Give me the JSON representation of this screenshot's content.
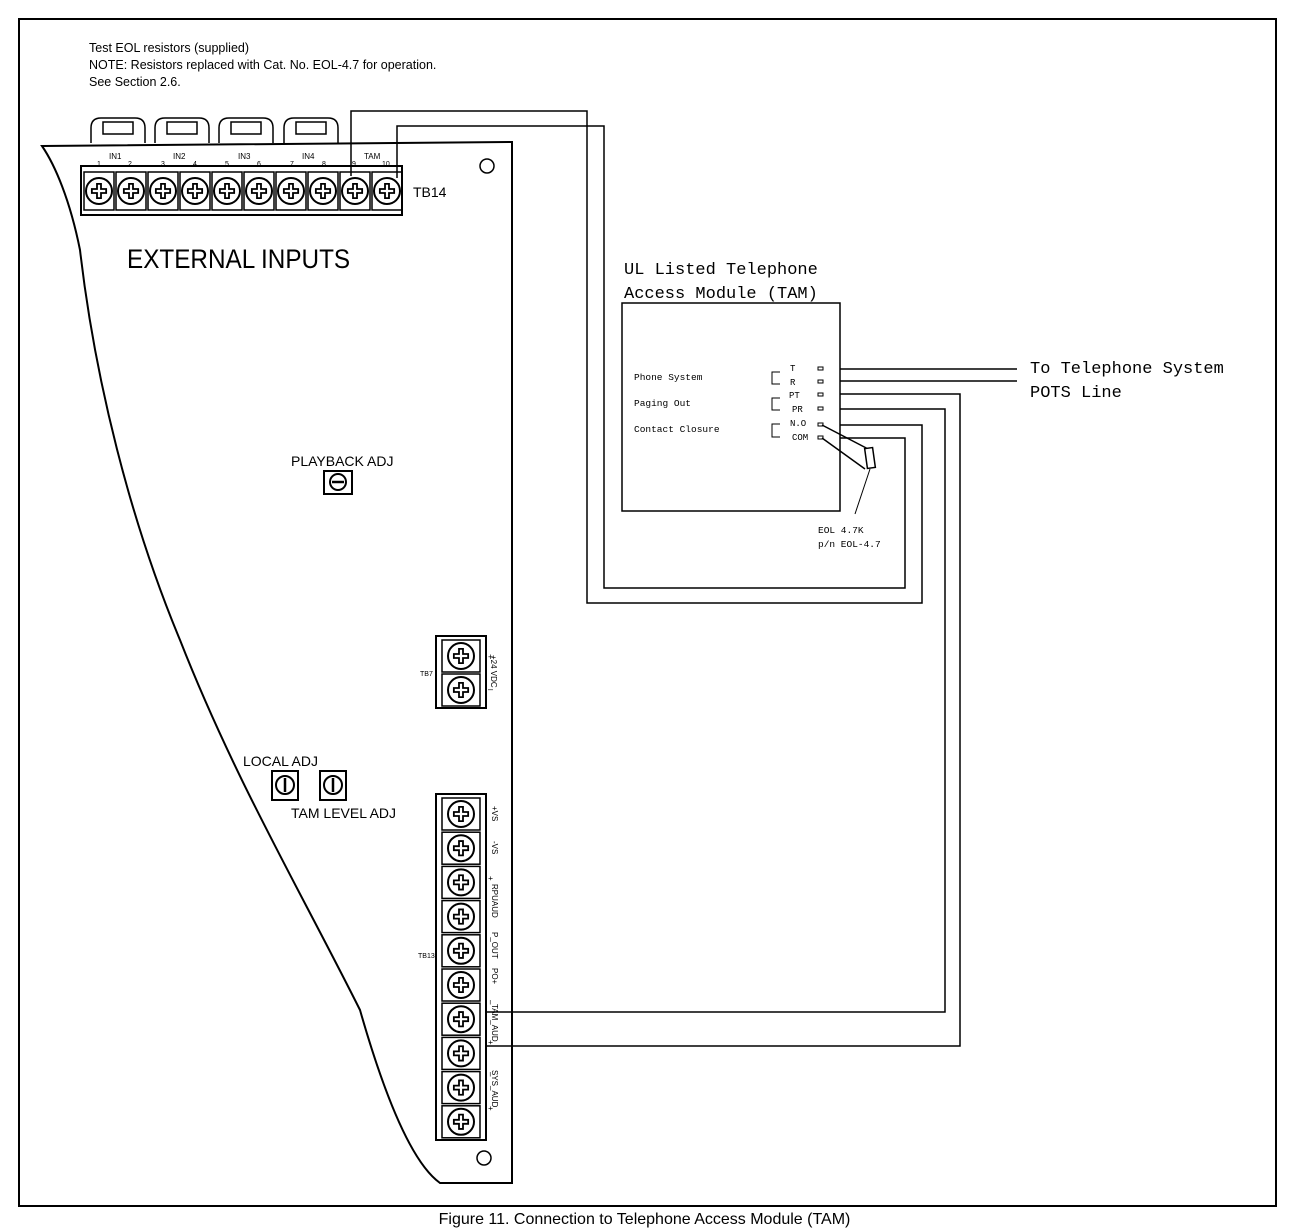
{
  "notes": {
    "line1": "Test EOL resistors (supplied)",
    "line2": "NOTE:  Resistors replaced with Cat. No. EOL-4.7 for operation.",
    "line3": "See Section 2.6."
  },
  "tb14": {
    "label": "TB14",
    "groups": [
      "IN1",
      "IN2",
      "IN3",
      "IN4",
      "TAM"
    ],
    "pins": [
      "1",
      "2",
      "3",
      "4",
      "5",
      "6",
      "7",
      "8",
      "9",
      "10"
    ]
  },
  "board": {
    "external_inputs": "EXTERNAL INPUTS",
    "playback_adj": "PLAYBACK ADJ",
    "local_adj": "LOCAL ADJ",
    "tam_level_adj": "TAM LEVEL ADJ"
  },
  "tb7": {
    "label": "TB7",
    "plus": "+",
    "minus": "–",
    "voltage": "+24 VDC"
  },
  "tb13": {
    "label": "TB13",
    "terminals": [
      "+VS",
      "-VS",
      "+",
      "RPUAUD",
      "P_OUT",
      "PO+",
      "–",
      "TAM_AUD",
      "+",
      "SYS_AUD",
      "–",
      "+"
    ]
  },
  "tam": {
    "title_line1": "UL Listed Telephone",
    "title_line2": "Access Module (TAM)",
    "phone_system": "Phone System",
    "paging_out": "Paging Out",
    "contact_closure": "Contact Closure",
    "pins": [
      "T",
      "R",
      "PT",
      "PR",
      "N.O",
      "COM"
    ],
    "eol_line1": "EOL 4.7K",
    "eol_line2": "p/n EOL-4.7"
  },
  "telephone": {
    "line1": "To Telephone System",
    "line2": "POTS Line"
  },
  "caption": "Figure 11.  Connection to Telephone Access Module (TAM)"
}
